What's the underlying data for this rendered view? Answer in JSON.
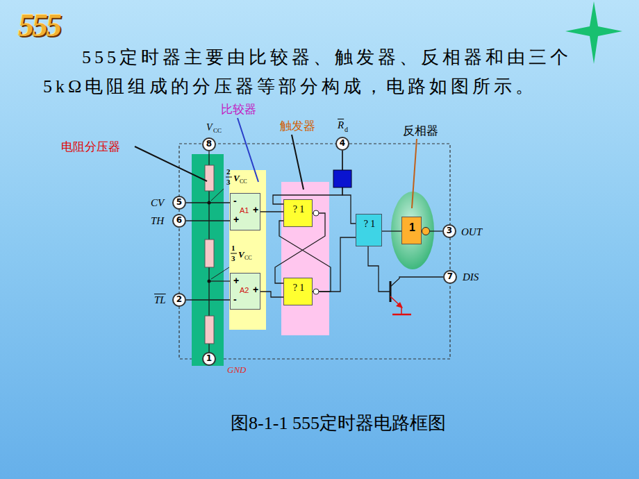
{
  "diagram": {
    "title": "555定时器主要由比较器、触发器、反相器和由三个5kΩ电阻组成的分压器等部分构成，电路如图所示。",
    "caption": "图8-1-1 555定时器电路框图",
    "nodes": [
      {
        "text": [
          "8"
        ]
      },
      {
        "text": [
          "4"
        ]
      },
      {
        "text": [
          "5"
        ]
      },
      {
        "text": [
          "6"
        ]
      },
      {
        "text": [
          "-",
          "+",
          "A1",
          "+"
        ]
      },
      {
        "text": [
          "? 1"
        ]
      },
      {
        "text": [
          "? 1"
        ]
      },
      {
        "text": [
          "1"
        ]
      },
      {
        "text": [
          "3"
        ]
      },
      {
        "text": [
          "7"
        ]
      },
      {
        "text": [
          "+",
          "-",
          "A2",
          "+"
        ]
      },
      {
        "text": [
          "? 1"
        ]
      },
      {
        "text": [
          "2"
        ]
      },
      {
        "text": [
          "1"
        ]
      }
    ],
    "edges": [
      {
        "from": 2,
        "to": 4,
        "arrow": "none"
      },
      {
        "from": 3,
        "to": 4,
        "arrow": "none"
      },
      {
        "from": 12,
        "to": 10,
        "arrow": "none"
      },
      {
        "from": 4,
        "to": 5,
        "arrow": "none"
      },
      {
        "from": 10,
        "to": 11,
        "arrow": "none"
      },
      {
        "from": 5,
        "to": 11,
        "arrow": "none"
      },
      {
        "from": 11,
        "to": 5,
        "arrow": "none"
      },
      {
        "from": 11,
        "to": 6,
        "arrow": "none"
      },
      {
        "from": 1,
        "to": 5,
        "arrow": "none"
      },
      {
        "from": 1,
        "to": 6,
        "arrow": "none"
      },
      {
        "from": 6,
        "to": 7,
        "arrow": "none"
      },
      {
        "from": 7,
        "to": 8,
        "arrow": "none"
      },
      {
        "from": 6,
        "to": 9,
        "arrow": "none"
      },
      {
        "from": 0,
        "to": 13,
        "arrow": "none"
      }
    ],
    "labels": [
      "555",
      "电阻分压器",
      "比较器",
      "触发器",
      "R",
      "d",
      "反相器",
      "V",
      "CC",
      "2",
      "3",
      "V",
      "CC",
      "CV",
      "TH",
      "1",
      "3",
      "V",
      "CC",
      "TL",
      "GND",
      "OUT",
      "DIS"
    ]
  }
}
